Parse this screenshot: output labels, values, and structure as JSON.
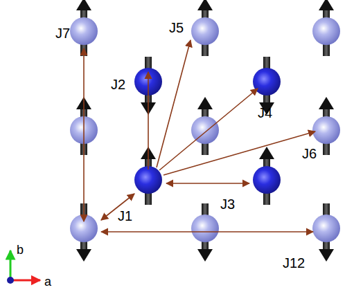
{
  "diagram": {
    "labels": [
      "J7",
      "J5",
      "J2",
      "J4",
      "J6",
      "J1",
      "J3",
      "J12",
      "b",
      "a"
    ]
  }
}
